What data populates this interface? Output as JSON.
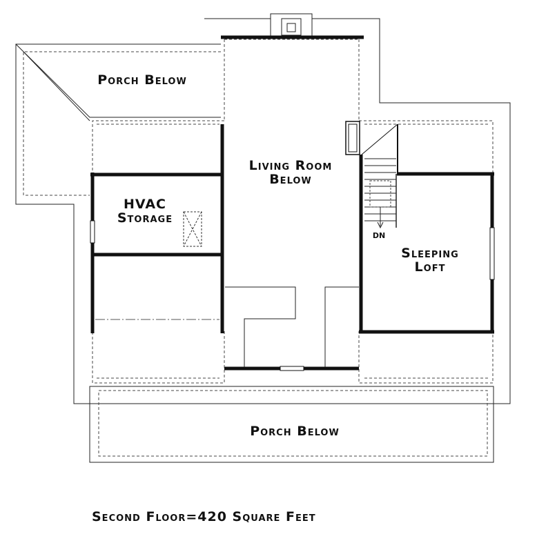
{
  "labels": {
    "porch_top": "Porch Below",
    "living_line1": "Living Room",
    "living_line2": "Below",
    "hvac_line1": "HVAC",
    "hvac_line2": "Storage",
    "loft_line1": "Sleeping",
    "loft_line2": "Loft",
    "stair_dn": "DN",
    "porch_bottom": "Porch Below",
    "caption": "Second Floor=420 Square Feet"
  }
}
